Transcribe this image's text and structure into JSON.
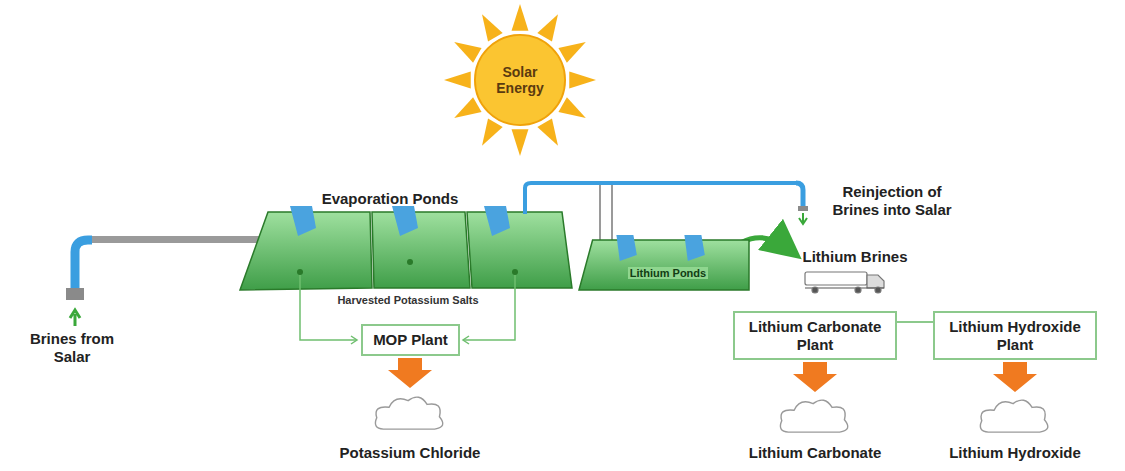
{
  "diagram": {
    "nodes": [
      {
        "text": [
          "Solar Energy"
        ]
      },
      {
        "text": [
          "Lithium Ponds"
        ]
      },
      {
        "text": [
          "MOP Plant"
        ]
      },
      {
        "text": [
          "Lithium Carbonate Plant"
        ]
      },
      {
        "text": [
          "Lithium Hydroxide Plant"
        ]
      }
    ],
    "edges": [
      {
        "from": 3,
        "to": 4,
        "arrow": "none"
      }
    ],
    "labels": [
      "Evaporation Ponds",
      "Reinjection of Brines into Salar",
      "Lithium Brines",
      "Harvested Potassium Salts",
      "Brines from Salar",
      "Potassium Chloride",
      "Lithium Carbonate",
      "Lithium Hydroxide"
    ]
  }
}
